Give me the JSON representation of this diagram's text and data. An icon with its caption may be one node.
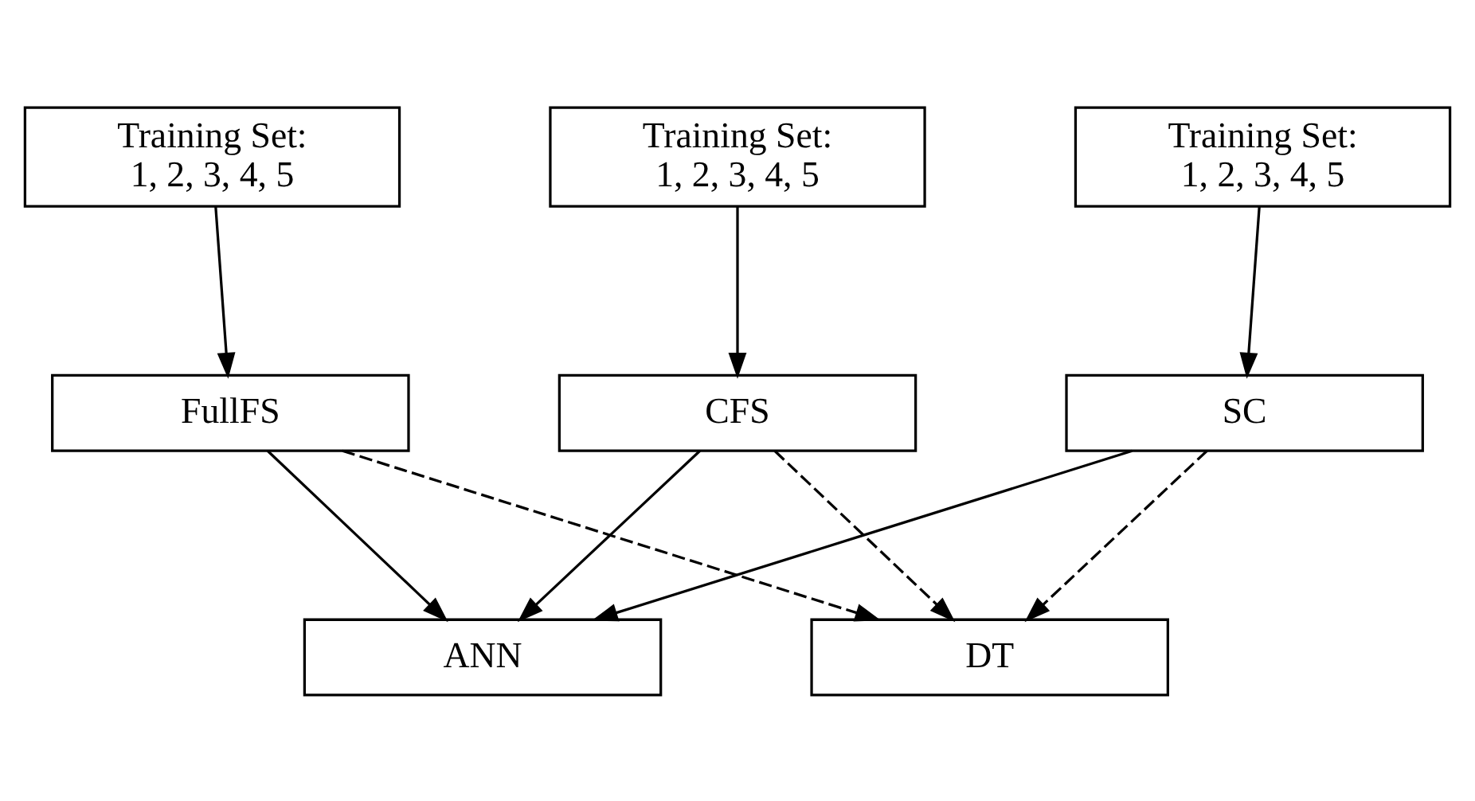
{
  "diagram": {
    "nodes": [
      {
        "text": [
          "Training Set: 1, 2, 3, 4, 5"
        ]
      },
      {
        "text": [
          "Training Set: 1, 2, 3, 4, 5"
        ]
      },
      {
        "text": [
          "Training Set: 1, 2, 3, 4, 5"
        ]
      },
      {
        "text": [
          "FullFS"
        ]
      },
      {
        "text": [
          "CFS"
        ]
      },
      {
        "text": [
          "SC"
        ]
      },
      {
        "text": [
          "ANN"
        ]
      },
      {
        "text": [
          "DT"
        ]
      }
    ],
    "edges": [
      {
        "from": 0,
        "to": 3,
        "arrow": "to"
      },
      {
        "from": 1,
        "to": 4,
        "arrow": "to"
      },
      {
        "from": 2,
        "to": 5,
        "arrow": "to"
      },
      {
        "from": 3,
        "to": 6,
        "arrow": "to"
      },
      {
        "from": 3,
        "to": 7,
        "arrow": "to",
        "style": "dashed"
      },
      {
        "from": 4,
        "to": 6,
        "arrow": "to"
      },
      {
        "from": 4,
        "to": 7,
        "arrow": "to",
        "style": "dashed"
      },
      {
        "from": 5,
        "to": 6,
        "arrow": "to"
      },
      {
        "from": 5,
        "to": 7,
        "arrow": "to",
        "style": "dashed"
      }
    ]
  }
}
